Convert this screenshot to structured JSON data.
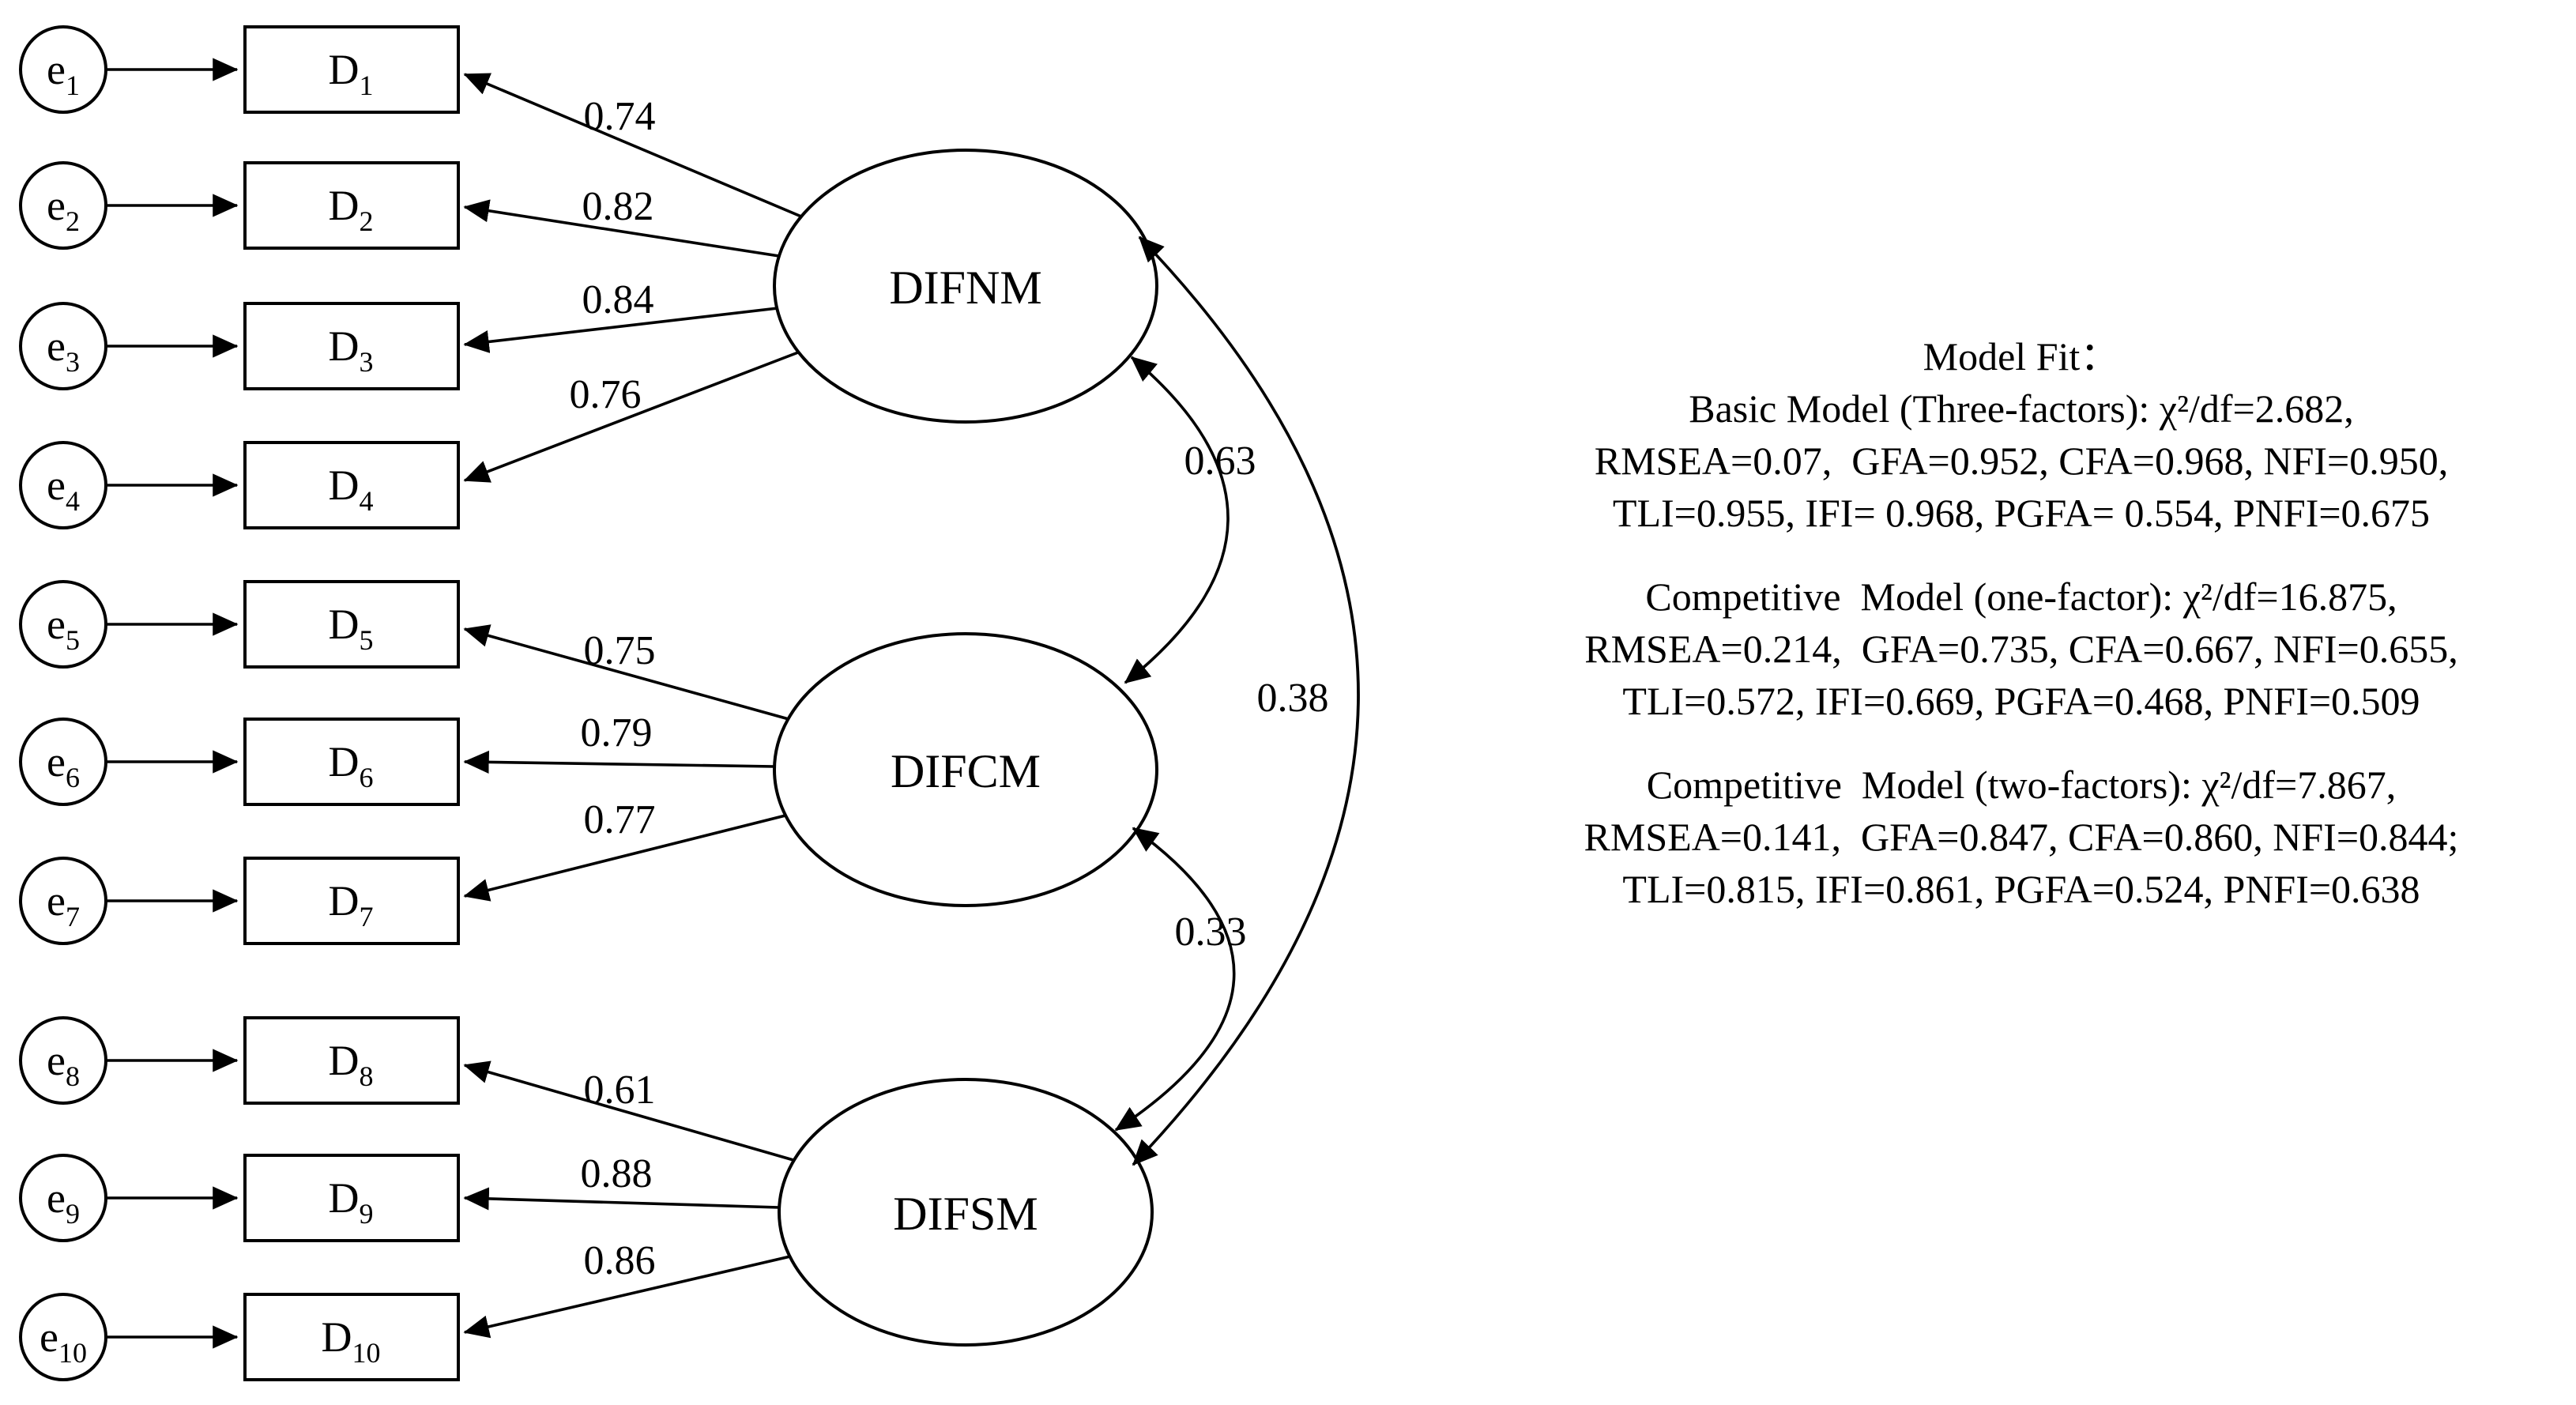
{
  "diagram": {
    "errors": [
      {
        "base": "e",
        "sub": "1"
      },
      {
        "base": "e",
        "sub": "2"
      },
      {
        "base": "e",
        "sub": "3"
      },
      {
        "base": "e",
        "sub": "4"
      },
      {
        "base": "e",
        "sub": "5"
      },
      {
        "base": "e",
        "sub": "6"
      },
      {
        "base": "e",
        "sub": "7"
      },
      {
        "base": "e",
        "sub": "8"
      },
      {
        "base": "e",
        "sub": "9"
      },
      {
        "base": "e",
        "sub": "10"
      }
    ],
    "indicators": [
      {
        "base": "D",
        "sub": "1"
      },
      {
        "base": "D",
        "sub": "2"
      },
      {
        "base": "D",
        "sub": "3"
      },
      {
        "base": "D",
        "sub": "4"
      },
      {
        "base": "D",
        "sub": "5"
      },
      {
        "base": "D",
        "sub": "6"
      },
      {
        "base": "D",
        "sub": "7"
      },
      {
        "base": "D",
        "sub": "8"
      },
      {
        "base": "D",
        "sub": "9"
      },
      {
        "base": "D",
        "sub": "10"
      }
    ],
    "latents": [
      {
        "label": "DIFNM"
      },
      {
        "label": "DIFCM"
      },
      {
        "label": "DIFSM"
      }
    ],
    "loadings": {
      "difnm": [
        "0.74",
        "0.82",
        "0.84",
        "0.76"
      ],
      "difcm": [
        "0.75",
        "0.79",
        "0.77"
      ],
      "difsm": [
        "0.61",
        "0.88",
        "0.86"
      ]
    },
    "correlations": [
      {
        "between": "DIFNM-DIFCM",
        "value": "0.63"
      },
      {
        "between": "DIFNM-DIFSM",
        "value": "0.38"
      },
      {
        "between": "DIFCM-DIFSM",
        "value": "0.33"
      }
    ],
    "colors": {
      "stroke": "#000000",
      "background": "#ffffff"
    }
  },
  "model_fit": {
    "title": "Model Fit：",
    "blocks": [
      {
        "name": "basic-three-factors",
        "lines": [
          "Basic Model (Three-factors): χ²/df=2.682,",
          "RMSEA=0.07,  GFA=0.952, CFA=0.968, NFI=0.950,",
          "TLI=0.955, IFI= 0.968, PGFA= 0.554, PNFI=0.675"
        ]
      },
      {
        "name": "competitive-one-factor",
        "lines": [
          "Competitive  Model (one-factor): χ²/df=16.875,",
          "RMSEA=0.214,  GFA=0.735, CFA=0.667, NFI=0.655,",
          "TLI=0.572, IFI=0.669, PGFA=0.468, PNFI=0.509"
        ]
      },
      {
        "name": "competitive-two-factors",
        "lines": [
          "Competitive  Model (two-factors): χ²/df=7.867,",
          "RMSEA=0.141,  GFA=0.847, CFA=0.860, NFI=0.844;",
          "TLI=0.815, IFI=0.861, PGFA=0.524, PNFI=0.638"
        ]
      }
    ]
  }
}
